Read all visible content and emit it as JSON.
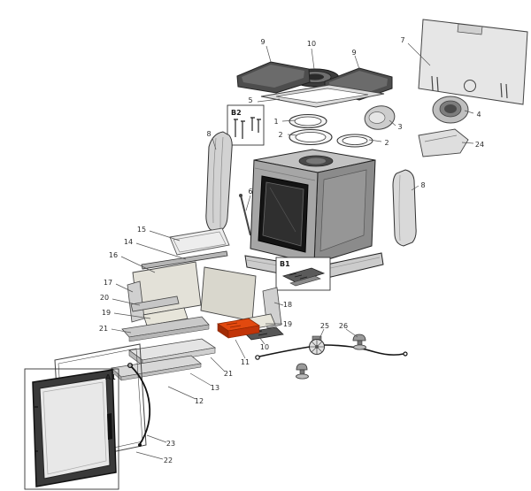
{
  "page": {
    "background_color": "#ffffff",
    "kind": "exploded-parts-diagram",
    "subject": "stove fireplace insert exploded view",
    "highlight_color": "#e2490f",
    "highlighted_part_number": "11"
  },
  "callouts": {
    "c9a": "9",
    "c10a": "10",
    "c9b": "9",
    "c7": "7",
    "c5": "5",
    "cB2": "B2",
    "c1": "1",
    "c2a": "2",
    "c4": "4",
    "c3": "3",
    "c2b": "2",
    "c24": "24",
    "c8a": "8",
    "c8b": "8",
    "c6": "6",
    "c15": "15",
    "c14": "14",
    "c16": "16",
    "c17": "17",
    "c20": "20",
    "c19a": "19",
    "cB1": "B1",
    "c18": "18",
    "c19b": "19",
    "c21a": "21",
    "c25": "25",
    "c26": "26",
    "c10b": "10",
    "c11": "11",
    "c21b": "21",
    "c13": "13",
    "c12": "12",
    "cA1": "A1",
    "c23": "23",
    "c22": "22"
  }
}
